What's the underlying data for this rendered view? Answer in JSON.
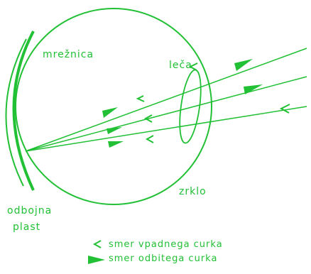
{
  "labels": {
    "retina": "mrežnica",
    "lens": "leča",
    "mirror": "zrklo",
    "reflective_layer_line1": "odbojna",
    "reflective_layer_line2": "plast"
  },
  "legend": {
    "incident": "smer vpadnega curka",
    "reflected": "smer odbitega curka"
  },
  "colors": {
    "ink": "#21c035",
    "background": "#ffffff"
  }
}
